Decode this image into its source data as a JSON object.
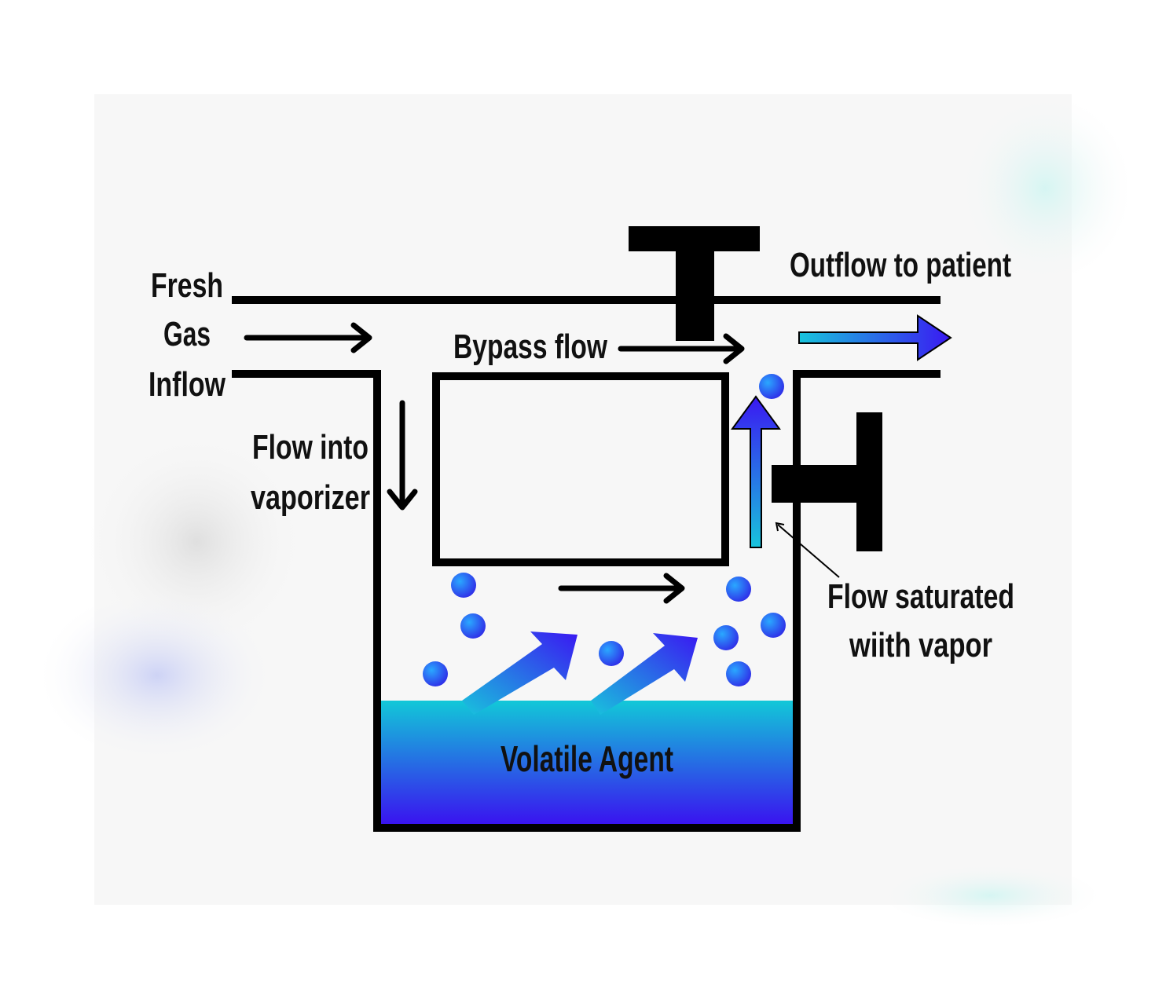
{
  "labels": {
    "fresh_gas_line1": "Fresh",
    "fresh_gas_line2": "Gas",
    "fresh_gas_line3": "Inflow",
    "bypass_flow": "Bypass flow",
    "outflow": "Outflow to patient",
    "flow_into_line1": "Flow into",
    "flow_into_line2": "vaporizer",
    "saturated_line1": "Flow saturated",
    "saturated_line2": "wiith vapor",
    "agent": "Volatile Agent"
  },
  "colors": {
    "background_panel": "#f7f7f7",
    "line": "#000000",
    "liquid_top": "#12c8d8",
    "liquid_bottom": "#3a10f0",
    "arrow_gradient_start": "#18c4dc",
    "arrow_gradient_end": "#3a18f2",
    "bubble_light": "#2aa8ff",
    "bubble_dark": "#2f2fe8"
  },
  "icons": {
    "vapor_bubble": "circle",
    "control_valve": "t-shaped-valve"
  }
}
